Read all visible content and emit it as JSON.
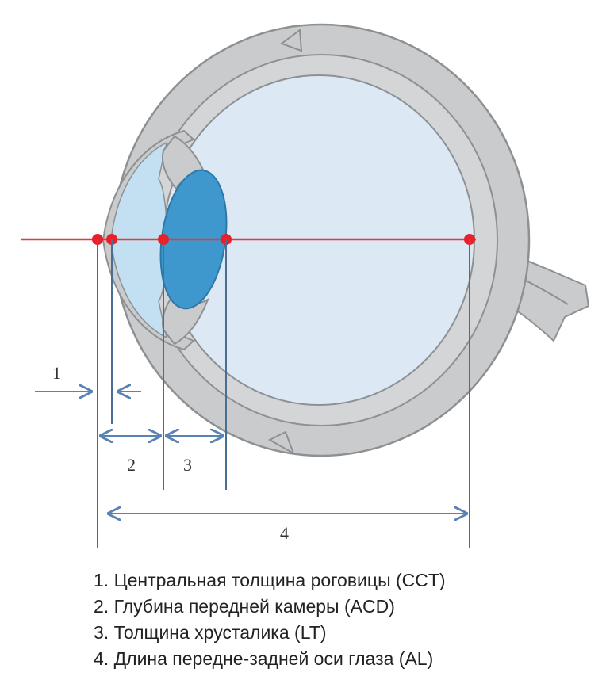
{
  "colors": {
    "sclera": "#c9cbcd",
    "sclera_outline": "#8e9194",
    "vitreous": "#dde8f5",
    "cornea_chamber": "#c2e0f1",
    "lens": "#3f98cd",
    "lens_outline": "#2c79a8",
    "axis": "#e03c3c",
    "point": "#e8202a",
    "guide": "#4a6d94",
    "arrow": "#5a83b4"
  },
  "measurements": [
    {
      "id": "cct",
      "number": "1",
      "label": "Центральная толщина роговицы (CCT)"
    },
    {
      "id": "acd",
      "number": "2",
      "label": "Глубина передней камеры (ACD)"
    },
    {
      "id": "lt",
      "number": "3",
      "label": "Толщина хрусталика (LT)"
    },
    {
      "id": "al",
      "number": "4",
      "label": "Длина передне-задней оси глаза (AL)"
    }
  ],
  "legend": [
    "1. Центральная толщина роговицы (CCT)",
    "2. Глубина передней камеры (ACD)",
    "3. Толщина хрусталика (LT)",
    "4. Длина передне-задней оси глаза (AL)"
  ]
}
